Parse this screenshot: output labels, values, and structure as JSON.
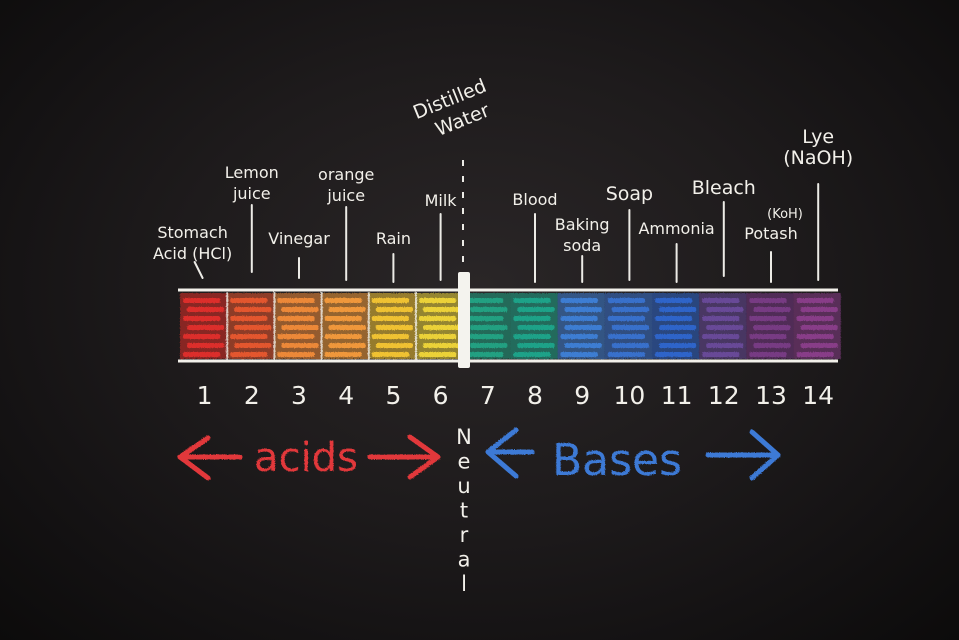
{
  "title": {
    "line1": "Distilled",
    "line2": "Water"
  },
  "substances": [
    {
      "lines": [
        "Stomach",
        "Acid (HCl)"
      ],
      "ph": 1
    },
    {
      "lines": [
        "Lemon",
        "juice"
      ],
      "ph": 2
    },
    {
      "lines": [
        "Vinegar"
      ],
      "ph": 3
    },
    {
      "lines": [
        "orange",
        "juice"
      ],
      "ph": 4
    },
    {
      "lines": [
        "Rain"
      ],
      "ph": 5
    },
    {
      "lines": [
        "Milk"
      ],
      "ph": 6
    },
    {
      "lines": [
        "Blood"
      ],
      "ph": 8
    },
    {
      "lines": [
        "Baking",
        "soda"
      ],
      "ph": 9
    },
    {
      "lines": [
        "Soap"
      ],
      "ph": 10
    },
    {
      "lines": [
        "Ammonia"
      ],
      "ph": 11
    },
    {
      "lines": [
        "Bleach"
      ],
      "ph": 12
    },
    {
      "lines": [
        "(KoH)",
        "Potash"
      ],
      "ph": 13
    },
    {
      "lines": [
        "Lye",
        "(NaOH)"
      ],
      "ph": 14
    }
  ],
  "scale": {
    "numbers": [
      "1",
      "2",
      "3",
      "4",
      "5",
      "6",
      "7",
      "8",
      "9",
      "10",
      "11",
      "12",
      "13",
      "14"
    ],
    "colors": [
      "#e0302c",
      "#e8572f",
      "#f08a3a",
      "#f39a3d",
      "#f3c534",
      "#efd53a",
      "#23a384",
      "#1fa58a",
      "#3f7fd6",
      "#3a73cf",
      "#2f66cc",
      "#6a4a9a",
      "#7a3d86",
      "#8a3f8a"
    ]
  },
  "regions": {
    "acids": {
      "label": "acids",
      "color": "#e2383a"
    },
    "neutral": {
      "label": "Neutral",
      "color": "#f2f0ea"
    },
    "bases": {
      "label": "Bases",
      "color": "#3d7ad6"
    }
  }
}
